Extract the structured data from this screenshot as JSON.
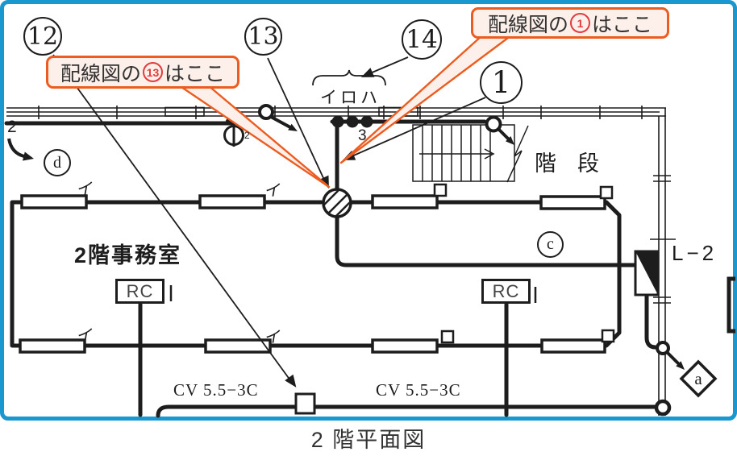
{
  "colors": {
    "frame_blue": "#1a97cf",
    "callout_orange": "#ec5c21",
    "callout_fill": "#fdf0ea",
    "accent_red": "#e23b3e",
    "ink": "#1d1d1d"
  },
  "caption": "2 階平面図",
  "callouts": {
    "thirteen": {
      "pre": "配線図の",
      "num": "13",
      "post": "はここ"
    },
    "one": {
      "pre": "配線図の",
      "num": "1",
      "post": "はここ"
    }
  },
  "markers": {
    "twelve": "12",
    "thirteen": "13",
    "fourteen": "14",
    "one": "1"
  },
  "labels": {
    "room": "2階事務室",
    "stairs": "階段",
    "iroha": "イロハ",
    "rc_left": "RC",
    "rc_right": "RC",
    "cv_left": "CV 5.5−3C",
    "cv_right": "CV 5.5−3C",
    "l2": "L−2",
    "wall_num": "2",
    "switch_count": "3",
    "outlet_sub": "2",
    "circle_d": "d",
    "circle_c": "c",
    "diamond_a": "a",
    "fixture_i_1": "イ",
    "fixture_i_2": "イ",
    "fixture_i_3": "イ",
    "fixture_i_4": "イ"
  }
}
